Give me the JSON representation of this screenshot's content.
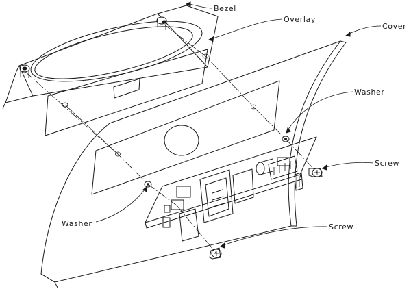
{
  "labels": {
    "bezel": "Bezel",
    "overlay": "Overlay",
    "cover": "Cover",
    "washer_right": "Washer",
    "washer_left": "Washer",
    "screw_right": "Screw",
    "screw_bottom": "Screw"
  },
  "colors": {
    "line": "#1a1a1a",
    "background": "#ffffff"
  }
}
